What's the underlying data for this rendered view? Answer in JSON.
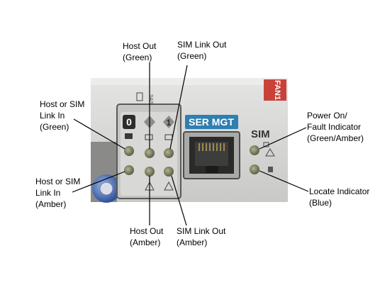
{
  "panel": {
    "sas_label": "SAS",
    "port_label": "SER MGT",
    "sim_label": "SIM",
    "fan_label": "FAN1",
    "column_numbers": [
      "0",
      "1"
    ]
  },
  "callouts": {
    "host_out_green": {
      "line1": "Host Out",
      "line2": "(Green)"
    },
    "sim_link_out_green": {
      "line1": "SIM Link Out",
      "line2": "(Green)"
    },
    "host_sim_link_in_green": {
      "line1": "Host or SIM",
      "line2": "Link In",
      "line3": "(Green)"
    },
    "host_sim_link_in_amber": {
      "line1": "Host or SIM",
      "line2": "Link In",
      "line3": "(Amber)"
    },
    "host_out_amber": {
      "line1": "Host Out",
      "line2": "(Amber)"
    },
    "sim_link_out_amber": {
      "line1": "SIM Link Out",
      "line2": "(Amber)"
    },
    "power_fault": {
      "line1": "Power On/",
      "line2": "Fault Indicator",
      "line3": "(Green/Amber)"
    },
    "locate": {
      "line1": "Locate Indicator",
      "line2": "(Blue)"
    }
  },
  "colors": {
    "panel_face": "#d4d4d2",
    "port_label_bg": "#2f7fb0",
    "fan_badge": "#c8423a",
    "led": "#7f8163"
  }
}
